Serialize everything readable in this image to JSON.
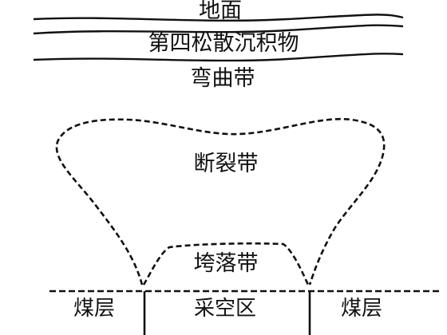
{
  "labels": {
    "ground": "地面",
    "quaternary": "第四松散沉积物",
    "bending_zone": "弯曲带",
    "fracture_zone": "断裂带",
    "caving_zone": "垮落带",
    "coal_left": "煤层",
    "goaf": "采空区",
    "coal_right": "煤层"
  }
}
